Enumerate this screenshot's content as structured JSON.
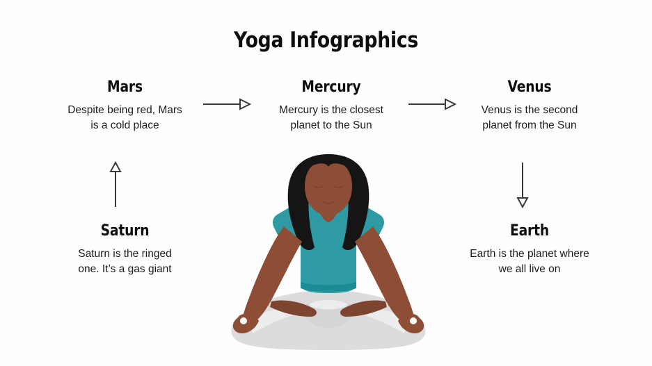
{
  "slide": {
    "title": "Yoga Infographics",
    "background_color": "#fefefe",
    "text_color": "#111111"
  },
  "planets": [
    {
      "id": "mars",
      "heading": "Mars",
      "description": "Despite being red, Mars is a cold place",
      "position": "top-left"
    },
    {
      "id": "mercury",
      "heading": "Mercury",
      "description": "Mercury is the closest planet to the Sun",
      "position": "top-center"
    },
    {
      "id": "venus",
      "heading": "Venus",
      "description": "Venus is the second planet from the Sun",
      "position": "top-right"
    },
    {
      "id": "saturn",
      "heading": "Saturn",
      "description": "Saturn is the ringed one. It’s a gas giant",
      "position": "bottom-left"
    },
    {
      "id": "earth",
      "heading": "Earth",
      "description": "Earth is the planet where we all live on",
      "position": "bottom-right"
    }
  ],
  "arrows": [
    {
      "id": "saturn-to-mars",
      "direction": "up",
      "color": "#3a3a3a"
    },
    {
      "id": "mars-to-mercury",
      "direction": "right",
      "color": "#3a3a3a"
    },
    {
      "id": "mercury-to-venus",
      "direction": "right",
      "color": "#3a3a3a"
    },
    {
      "id": "venus-to-earth",
      "direction": "down",
      "color": "#3a3a3a"
    }
  ],
  "illustration": {
    "name": "woman-meditating-lotus-pose",
    "colors": {
      "hair": "#151515",
      "skin": "#8e4e35",
      "skin_shadow": "#7d452f",
      "top": "#2e9aa4",
      "top_band": "#1d8b94",
      "pants": "#dcdcdc",
      "pants_shadow": "#cfcfcf",
      "pants_highlight": "#ededed"
    }
  }
}
